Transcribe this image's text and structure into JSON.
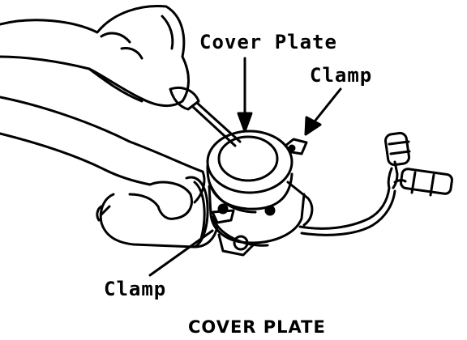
{
  "labels": {
    "cover_plate": "Cover Plate",
    "clamp_top": "Clamp",
    "clamp_bottom": "Clamp"
  },
  "caption": "COVER PLATE",
  "colors": {
    "ink": "#000000",
    "paper": "#ffffff"
  }
}
